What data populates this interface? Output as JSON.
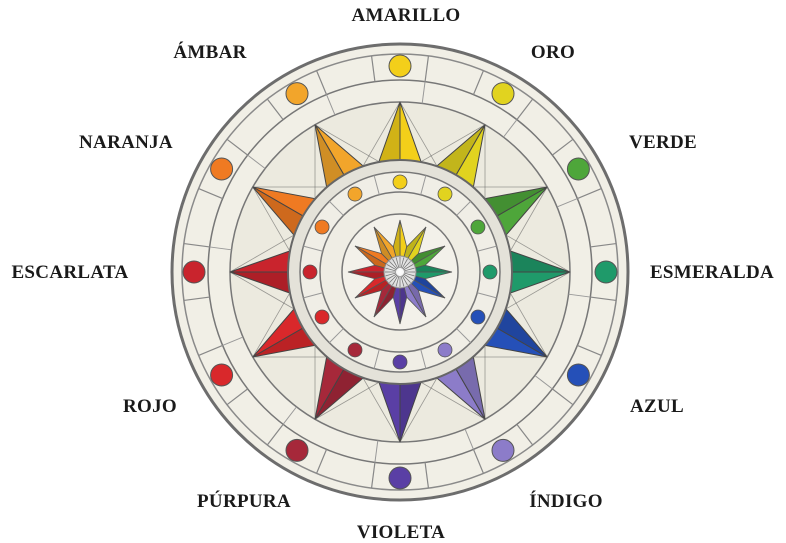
{
  "labels": {
    "amarillo": "AMARILLO",
    "oro": "ORO",
    "verde": "VERDE",
    "esmeralda": "ESMERALDA",
    "azul": "AZUL",
    "indigo": "ÍNDIGO",
    "violeta": "VIOLETA",
    "purpura": "PÚRPURA",
    "rojo": "ROJO",
    "escarlata": "ESCARLATA",
    "naranja": "NARANJA",
    "ambar": "ÁMBAR"
  },
  "colors": {
    "amarillo": "#f3cf1a",
    "oro": "#e1d31f",
    "verde": "#4ea63a",
    "esmeralda": "#1f9a6a",
    "azul": "#2550b8",
    "indigo": "#8c7cc9",
    "violeta": "#5a3fa5",
    "purpura": "#a6283a",
    "rojo": "#d9282b",
    "escarlata": "#c9242d",
    "naranja": "#ef7a22",
    "ambar": "#f2a52b"
  }
}
